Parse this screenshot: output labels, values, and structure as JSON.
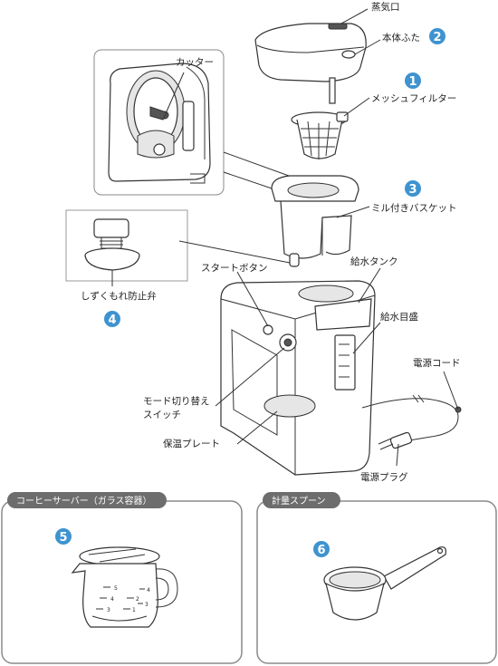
{
  "labels": {
    "steam_port": "蒸気口",
    "body_lid": "本体ふた",
    "mesh_filter": "メッシュフィルター",
    "cutter": "カッター",
    "mill_basket": "ミル付きバスケット",
    "drip_valve": "しずくもれ防止弁",
    "start_button": "スタートボタン",
    "water_tank": "給水タンク",
    "water_gauge": "給水目盛",
    "power_cord": "電源コード",
    "mode_switch_line1": "モード切り替え",
    "mode_switch_line2": "スイッチ",
    "warming_plate": "保温プレート",
    "power_plug": "電源プラグ"
  },
  "numbers": {
    "body_lid": "2",
    "mesh_filter": "1",
    "mill_basket": "3",
    "drip_valve": "4",
    "server": "5",
    "spoon": "6"
  },
  "panels": {
    "server_title": "コーヒーサーバー（ガラス容器）",
    "spoon_title": "計量スプーン"
  },
  "carafe_marks": [
    "5",
    "4",
    "3",
    "2",
    "1",
    "4",
    "3"
  ],
  "colors": {
    "badge": "#3e93d0",
    "tab": "#6d6d6d",
    "line": "#333333",
    "frame": "#9a9a9a"
  }
}
